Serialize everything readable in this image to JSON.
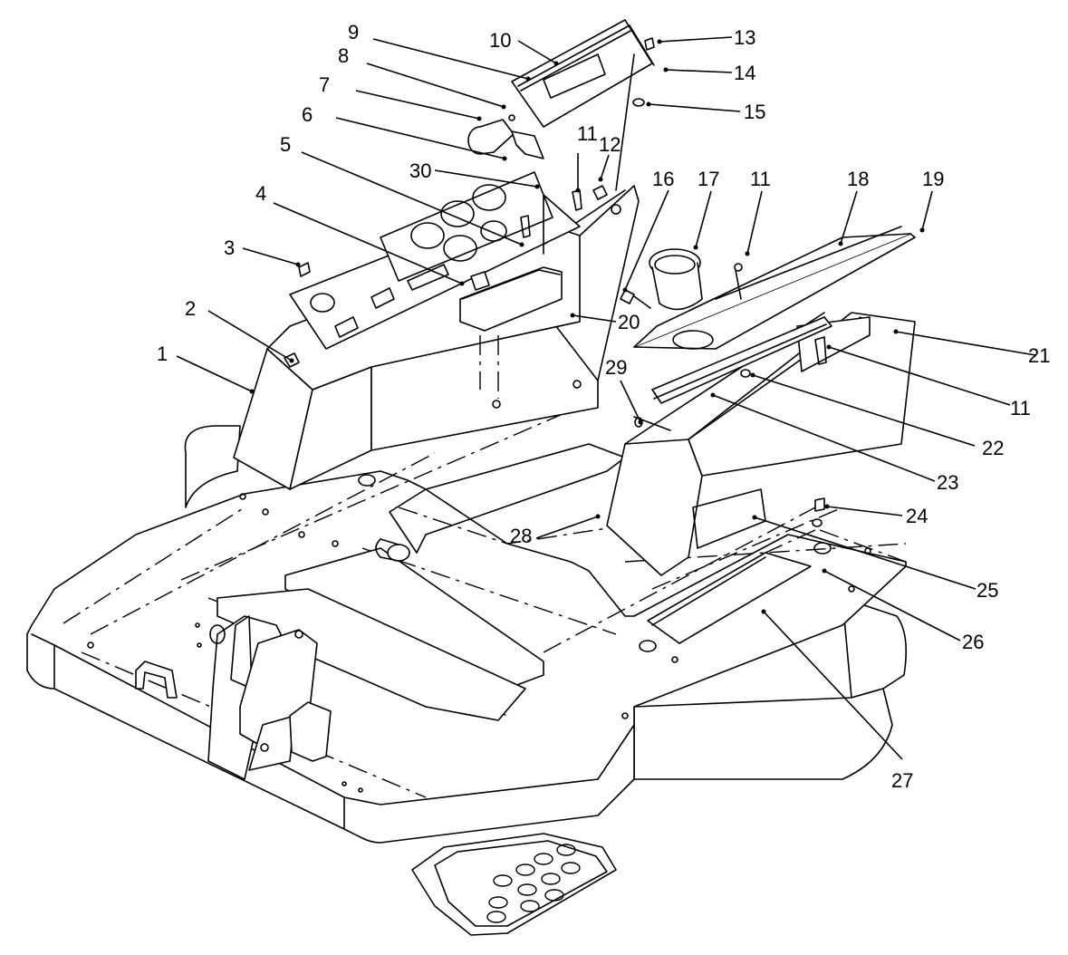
{
  "callouts": [
    {
      "id": "1",
      "label": "1"
    },
    {
      "id": "2",
      "label": "2"
    },
    {
      "id": "3",
      "label": "3"
    },
    {
      "id": "4",
      "label": "4"
    },
    {
      "id": "5",
      "label": "5"
    },
    {
      "id": "6",
      "label": "6"
    },
    {
      "id": "7",
      "label": "7"
    },
    {
      "id": "8",
      "label": "8"
    },
    {
      "id": "9",
      "label": "9"
    },
    {
      "id": "10",
      "label": "10"
    },
    {
      "id": "11a",
      "label": "11"
    },
    {
      "id": "12",
      "label": "12"
    },
    {
      "id": "13",
      "label": "13"
    },
    {
      "id": "14",
      "label": "14"
    },
    {
      "id": "15",
      "label": "15"
    },
    {
      "id": "16",
      "label": "16"
    },
    {
      "id": "17",
      "label": "17"
    },
    {
      "id": "11b",
      "label": "11"
    },
    {
      "id": "18",
      "label": "18"
    },
    {
      "id": "19",
      "label": "19"
    },
    {
      "id": "20",
      "label": "20"
    },
    {
      "id": "21",
      "label": "21"
    },
    {
      "id": "11c",
      "label": "11"
    },
    {
      "id": "22",
      "label": "22"
    },
    {
      "id": "23",
      "label": "23"
    },
    {
      "id": "24",
      "label": "24"
    },
    {
      "id": "25",
      "label": "25"
    },
    {
      "id": "26",
      "label": "26"
    },
    {
      "id": "27",
      "label": "27"
    },
    {
      "id": "28",
      "label": "28"
    },
    {
      "id": "29",
      "label": "29"
    },
    {
      "id": "30",
      "label": "30"
    }
  ]
}
